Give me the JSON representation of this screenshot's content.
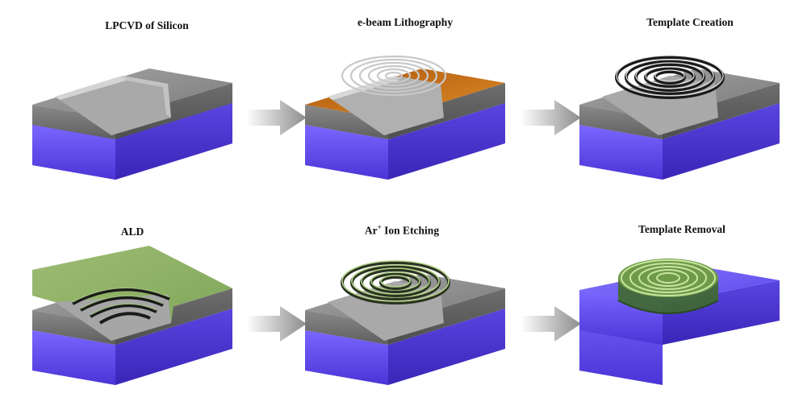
{
  "steps": [
    {
      "id": "lpcvd",
      "title": "LPCVD of Silicon",
      "surface": "silicon-grey",
      "pattern": "none"
    },
    {
      "id": "ebeam",
      "title": "e-beam Lithography",
      "surface": "resist-orange",
      "pattern": "spiral-outline"
    },
    {
      "id": "template",
      "title": "Template Creation",
      "surface": "silicon-grey",
      "pattern": "spiral-trench"
    },
    {
      "id": "ald",
      "title": "ALD",
      "surface": "coating-green",
      "pattern": "spiral-trench"
    },
    {
      "id": "etch",
      "title_pre": "Ar",
      "title_sup": "+",
      "title_post": " Ion Etching",
      "surface": "silicon-grey",
      "pattern": "spiral-green"
    },
    {
      "id": "removal",
      "title": "Template Removal",
      "surface": "substrate-blue",
      "pattern": "spiral-pillar"
    }
  ],
  "colors": {
    "silicon_top": "#8e8e8e",
    "silicon_side": "#6a6a6a",
    "substrate": "#6a52f0",
    "substrate_dark": "#4b36c8",
    "resist": "#b8620e",
    "coating": "#8fb268",
    "arrow": "#a0a0a0"
  },
  "icons": [
    "arrow-right-icon"
  ]
}
